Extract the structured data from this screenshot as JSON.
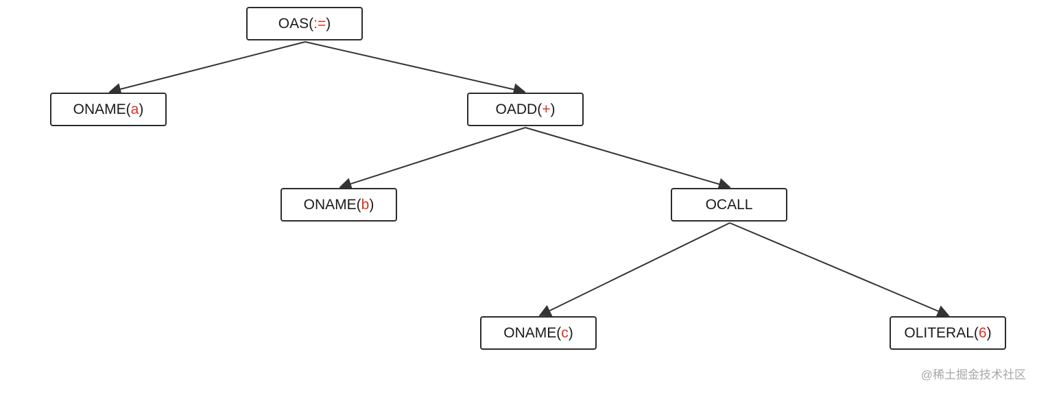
{
  "nodes": {
    "oas": {
      "name": "OAS",
      "arg": ":="
    },
    "oname_a": {
      "name": "ONAME",
      "arg": "a"
    },
    "oadd": {
      "name": "OADD",
      "arg": "+"
    },
    "oname_b": {
      "name": "ONAME",
      "arg": "b"
    },
    "ocall": {
      "name": "OCALL",
      "arg": ""
    },
    "oname_c": {
      "name": "ONAME",
      "arg": "c"
    },
    "oliteral": {
      "name": "OLITERAL",
      "arg": "6"
    }
  },
  "edges": [
    [
      "oas",
      "oname_a"
    ],
    [
      "oas",
      "oadd"
    ],
    [
      "oadd",
      "oname_b"
    ],
    [
      "oadd",
      "ocall"
    ],
    [
      "ocall",
      "oname_c"
    ],
    [
      "ocall",
      "oliteral"
    ]
  ],
  "colors": {
    "argument": "#e0301e",
    "line": "#333333",
    "text": "#1a1a1a"
  },
  "watermark": "@稀土掘金技术社区"
}
